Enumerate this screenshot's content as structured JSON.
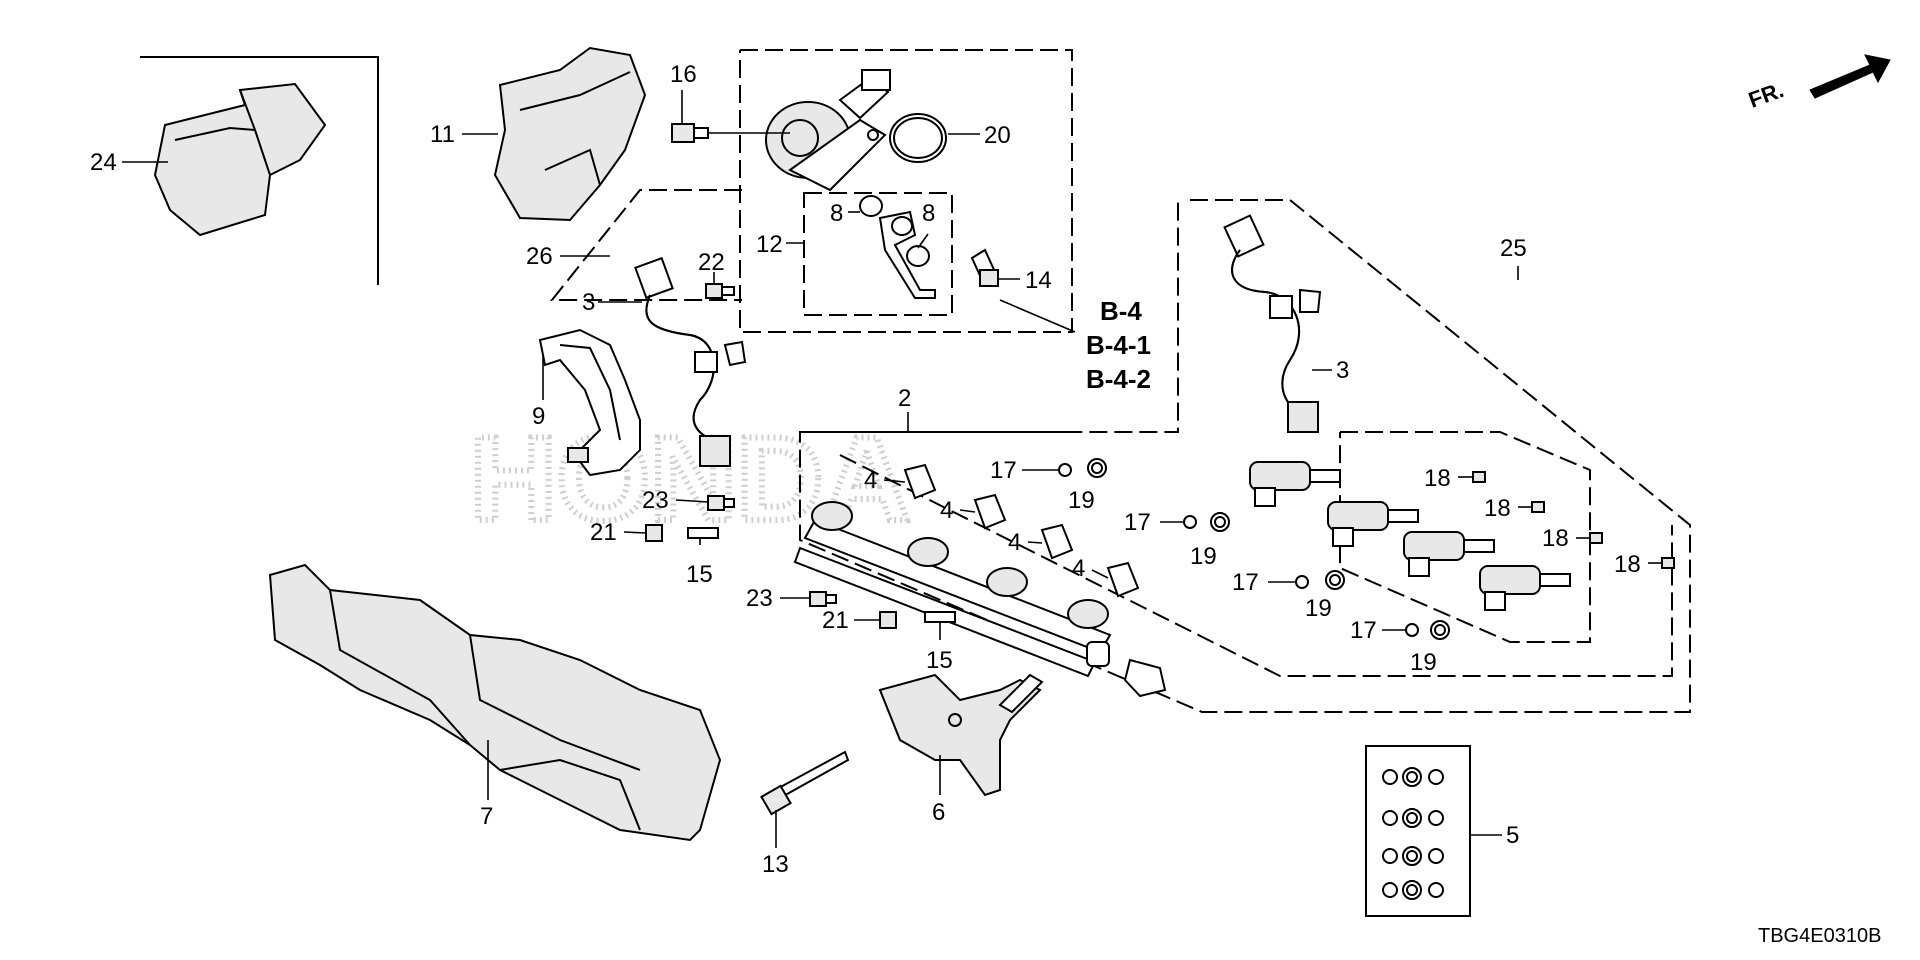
{
  "diagram": {
    "code": "TBG4E0310B",
    "direction_label": "FR.",
    "watermark": "HONDA",
    "ref_labels": [
      "B-4",
      "B-4-1",
      "B-4-2"
    ],
    "callouts": {
      "c24": "24",
      "c11": "11",
      "c16": "16",
      "c20": "20",
      "c8a": "8",
      "c8b": "8",
      "c12": "12",
      "c14": "14",
      "c26": "26",
      "c22": "22",
      "c3a": "3",
      "c9": "9",
      "c25": "25",
      "c3b": "3",
      "c2": "2",
      "c17a": "17",
      "c19a": "19",
      "c17b": "17",
      "c19b": "19",
      "c17c": "17",
      "c19c": "19",
      "c17d": "17",
      "c19d": "19",
      "c4a": "4",
      "c4b": "4",
      "c4c": "4",
      "c4d": "4",
      "c18a": "18",
      "c18b": "18",
      "c18c": "18",
      "c18d": "18",
      "c23a": "23",
      "c23b": "23",
      "c21a": "21",
      "c21b": "21",
      "c15a": "15",
      "c15b": "15",
      "c7": "7",
      "c6": "6",
      "c13": "13",
      "c5": "5"
    }
  }
}
